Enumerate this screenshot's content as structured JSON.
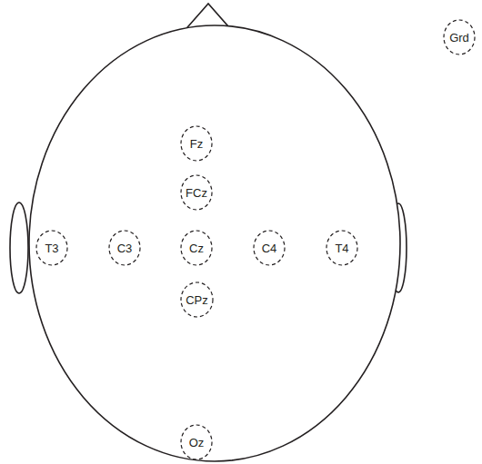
{
  "diagram": {
    "nodes": [
      {
        "text": [
          "Grd"
        ]
      },
      {
        "text": [
          "Fz"
        ]
      },
      {
        "text": [
          "FCz"
        ]
      },
      {
        "text": [
          "T3"
        ]
      },
      {
        "text": [
          "C3"
        ]
      },
      {
        "text": [
          "Cz"
        ]
      },
      {
        "text": [
          "C4"
        ]
      },
      {
        "text": [
          "T4"
        ]
      },
      {
        "text": [
          "CPz"
        ]
      },
      {
        "text": [
          "Oz"
        ]
      }
    ]
  }
}
